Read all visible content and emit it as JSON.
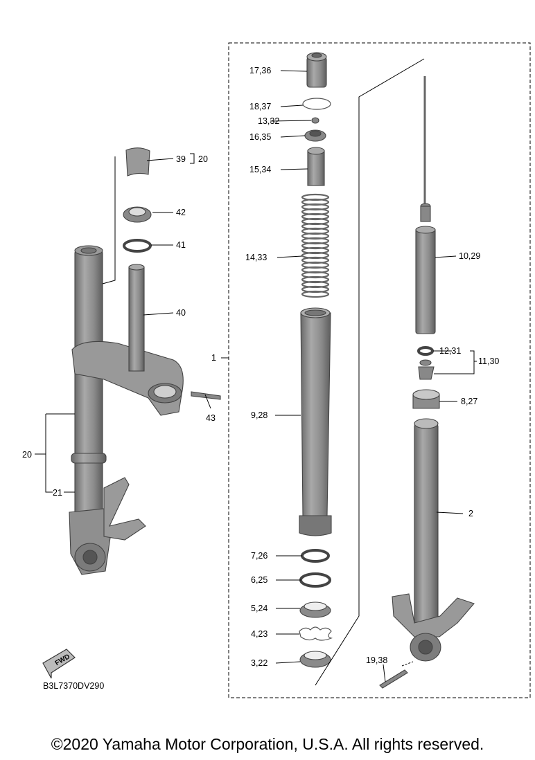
{
  "diagram": {
    "code": "B3L7370DV290",
    "fwd_label": "FWD",
    "labels": {
      "p1": "1",
      "p2": "2",
      "p3_22": "3,22",
      "p4_23": "4,23",
      "p5_24": "5,24",
      "p6_25": "6,25",
      "p7_26": "7,26",
      "p8_27": "8,27",
      "p9_28": "9,28",
      "p10_29": "10,29",
      "p11_30": "11,30",
      "p12_31": "12,31",
      "p13_32": "13,32",
      "p14_33": "14,33",
      "p15_34": "15,34",
      "p16_35": "16,35",
      "p17_36": "17,36",
      "p18_37": "18,37",
      "p19_38": "19,38",
      "p20_a": "20",
      "p20_b": "20",
      "p21": "21",
      "p39": "39",
      "p40": "40",
      "p41": "41",
      "p42": "42",
      "p43": "43"
    }
  },
  "footer": {
    "copyright": "©2020 Yamaha Motor Corporation, U.S.A. All rights reserved."
  },
  "colors": {
    "part_fill": "#8e8e8e",
    "part_dark": "#6f6f6f",
    "part_light": "#b4b4b4",
    "line": "#000000"
  }
}
